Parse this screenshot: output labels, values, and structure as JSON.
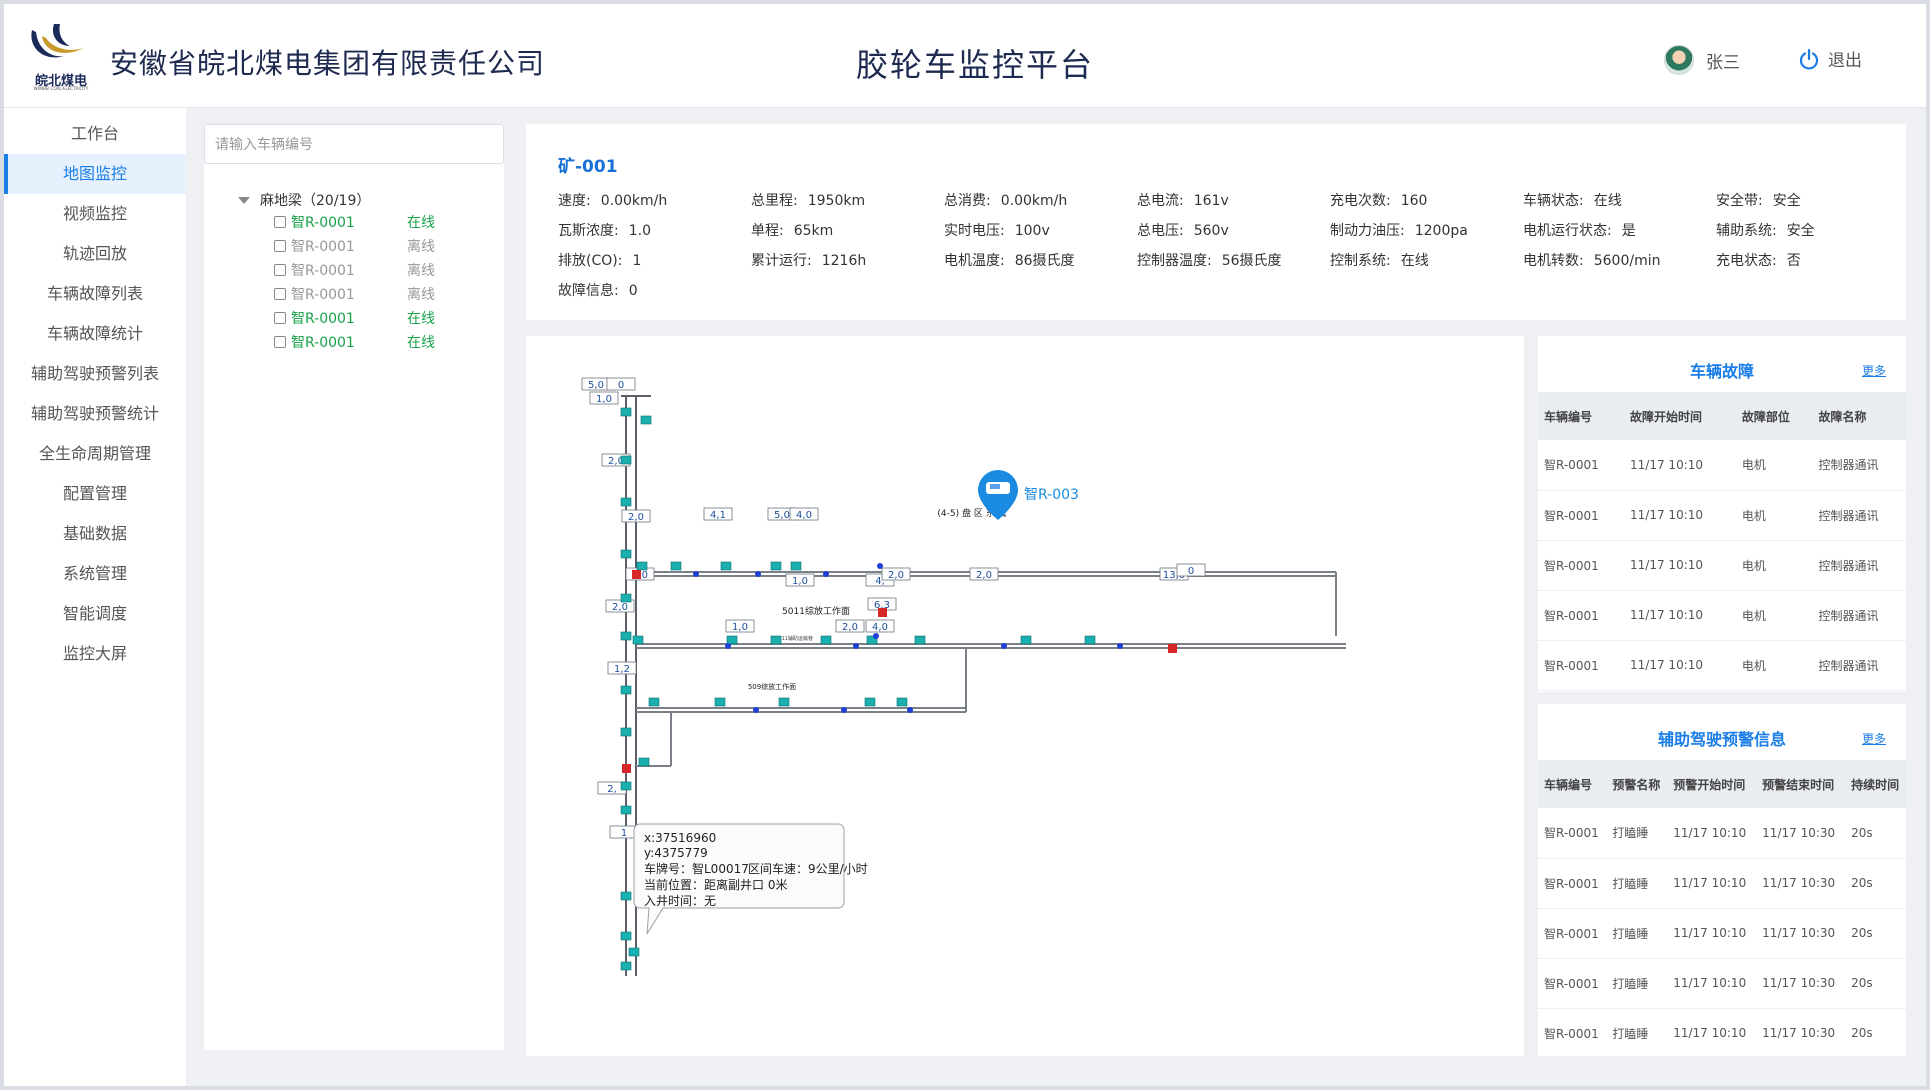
{
  "header": {
    "logo_text": "皖北煤电",
    "logo_sub": "WANBEI COAL-ELECTRICITY",
    "company": "安徽省皖北煤电集团有限责任公司",
    "platform_title": "胶轮车监控平台",
    "user_name": "张三",
    "logout_label": "退出"
  },
  "sidebar": {
    "items": [
      {
        "label": "工作台",
        "active": false
      },
      {
        "label": "地图监控",
        "active": true
      },
      {
        "label": "视频监控",
        "active": false
      },
      {
        "label": "轨迹回放",
        "active": false
      },
      {
        "label": "车辆故障列表",
        "active": false
      },
      {
        "label": "车辆故障统计",
        "active": false
      },
      {
        "label": "辅助驾驶预警列表",
        "active": false
      },
      {
        "label": "辅助驾驶预警统计",
        "active": false
      },
      {
        "label": "全生命周期管理",
        "active": false
      },
      {
        "label": "配置管理",
        "active": false
      },
      {
        "label": "基础数据",
        "active": false
      },
      {
        "label": "系统管理",
        "active": false
      },
      {
        "label": "智能调度",
        "active": false
      },
      {
        "label": "监控大屏",
        "active": false
      }
    ]
  },
  "tree": {
    "search_placeholder": "请输入车辆编号",
    "root_label": "麻地梁（20/19）",
    "vehicles": [
      {
        "id": "智R-0001",
        "status": "在线",
        "online": true
      },
      {
        "id": "智R-0001",
        "status": "离线",
        "online": false
      },
      {
        "id": "智R-0001",
        "status": "离线",
        "online": false
      },
      {
        "id": "智R-0001",
        "status": "离线",
        "online": false
      },
      {
        "id": "智R-0001",
        "status": "在线",
        "online": true
      },
      {
        "id": "智R-0001",
        "status": "在线",
        "online": true
      }
    ]
  },
  "info": {
    "title": "矿-001",
    "fields": [
      {
        "label": "速度:",
        "value": "0.00km/h"
      },
      {
        "label": "总里程:",
        "value": "1950km"
      },
      {
        "label": "总消费:",
        "value": "0.00km/h"
      },
      {
        "label": "总电流:",
        "value": "161v"
      },
      {
        "label": "充电次数:",
        "value": "160"
      },
      {
        "label": "车辆状态:",
        "value": "在线"
      },
      {
        "label": "安全带:",
        "value": "安全"
      },
      {
        "label": "瓦斯浓度:",
        "value": "1.0"
      },
      {
        "label": "单程:",
        "value": "65km"
      },
      {
        "label": "实时电压:",
        "value": "100v"
      },
      {
        "label": "总电压:",
        "value": "560v"
      },
      {
        "label": "制动力油压:",
        "value": "1200pa"
      },
      {
        "label": "电机运行状态:",
        "value": "是"
      },
      {
        "label": "辅助系统:",
        "value": "安全"
      },
      {
        "label": "排放(CO):",
        "value": "1"
      },
      {
        "label": "累计运行:",
        "value": "1216h"
      },
      {
        "label": "电机温度:",
        "value": "86摄氏度"
      },
      {
        "label": "控制器温度:",
        "value": "56摄氏度"
      },
      {
        "label": "控制系统:",
        "value": "在线"
      },
      {
        "label": "电机转数:",
        "value": "5600/min"
      },
      {
        "label": "充电状态:",
        "value": "否"
      },
      {
        "label": "故障信息:",
        "value": "0"
      }
    ]
  },
  "map": {
    "vehicle_marker_label": "智R-003",
    "area_title": "(4-5) 盘 区 东 翼",
    "face_label": "5011综放工作面",
    "face_label_2": "5011辅助运输巷",
    "face_label_3": "509综放工作面",
    "node_labels": [
      "5,0",
      "0",
      "1,0",
      "2,0",
      "2,0",
      "4,1",
      "5,0",
      "4,0",
      "1,0",
      "1,0",
      "4,",
      "2,0",
      "2,0",
      "13,0",
      "0",
      "2,0",
      "6,3",
      "1,0",
      "2,0",
      "4,0",
      "1,2",
      "2,",
      "1"
    ],
    "tooltip": {
      "x": "x:37516960",
      "y": "y:4375779",
      "plate": "车牌号：智L00017",
      "speed": "区间车速：9公里/小时",
      "position": "当前位置：距离副井口 0米",
      "entry_time": "入井时间：无"
    }
  },
  "faults": {
    "title": "车辆故障",
    "more": "更多",
    "headers": [
      "车辆编号",
      "故障开始时间",
      "故障部位",
      "故障名称"
    ],
    "rows": [
      [
        "智R-0001",
        "11/17 10:10",
        "电机",
        "控制器通讯"
      ],
      [
        "智R-0001",
        "11/17 10:10",
        "电机",
        "控制器通讯"
      ],
      [
        "智R-0001",
        "11/17 10:10",
        "电机",
        "控制器通讯"
      ],
      [
        "智R-0001",
        "11/17 10:10",
        "电机",
        "控制器通讯"
      ],
      [
        "智R-0001",
        "11/17 10:10",
        "电机",
        "控制器通讯"
      ]
    ]
  },
  "warnings": {
    "title": "辅助驾驶预警信息",
    "more": "更多",
    "headers": [
      "车辆编号",
      "预警名称",
      "预警开始时间",
      "预警结束时间",
      "持续时间"
    ],
    "rows": [
      [
        "智R-0001",
        "打瞌睡",
        "11/17 10:10",
        "11/17 10:30",
        "20s"
      ],
      [
        "智R-0001",
        "打瞌睡",
        "11/17 10:10",
        "11/17 10:30",
        "20s"
      ],
      [
        "智R-0001",
        "打瞌睡",
        "11/17 10:10",
        "11/17 10:30",
        "20s"
      ],
      [
        "智R-0001",
        "打瞌睡",
        "11/17 10:10",
        "11/17 10:30",
        "20s"
      ],
      [
        "智R-0001",
        "打瞌睡",
        "11/17 10:10",
        "11/17 10:30",
        "20s"
      ]
    ]
  },
  "colors": {
    "accent": "#1a7ee6",
    "online": "#19a34a",
    "offline": "#999999",
    "marker": "#1a8be0"
  }
}
